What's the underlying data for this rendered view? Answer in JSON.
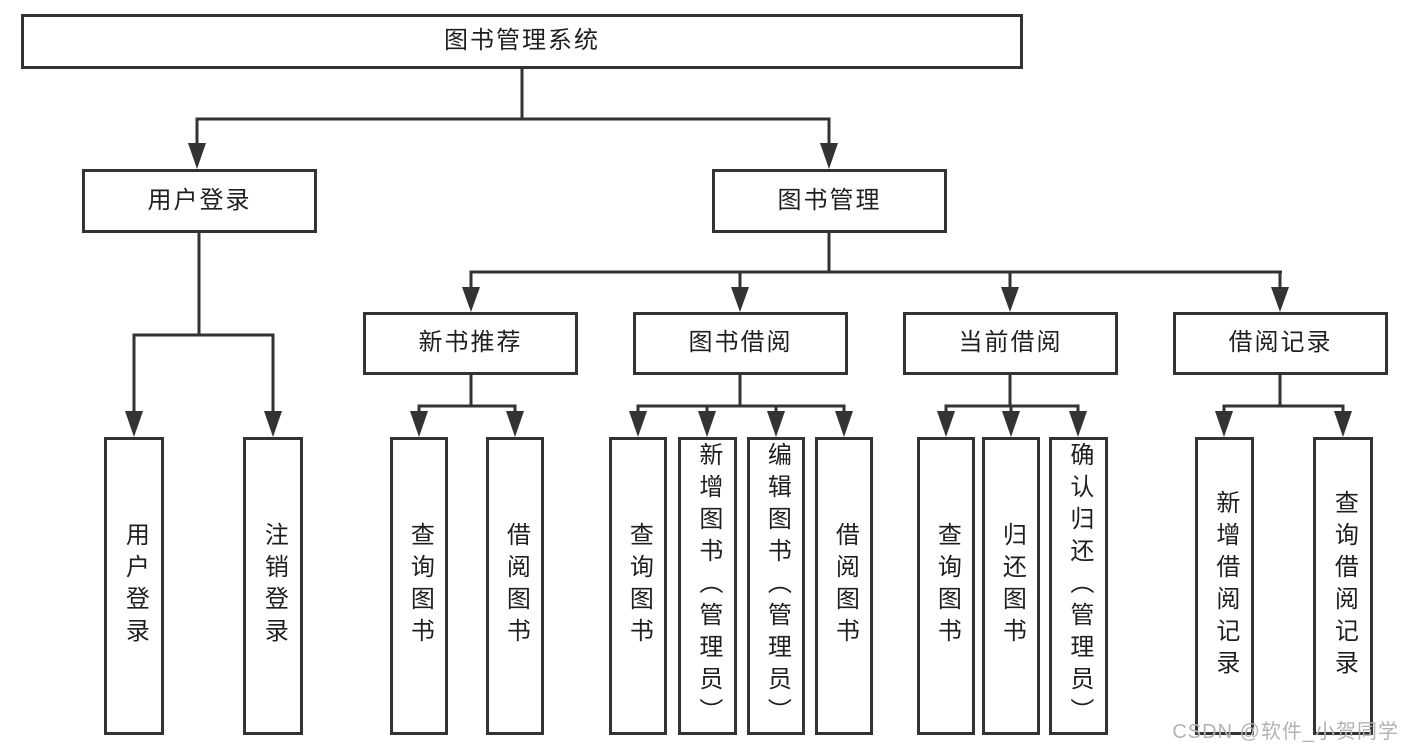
{
  "tree": {
    "label": "图书管理系统",
    "children": [
      {
        "label": "用户登录",
        "children": [
          {
            "label": "用户登录"
          },
          {
            "label": "注销登录"
          }
        ]
      },
      {
        "label": "图书管理",
        "children": [
          {
            "label": "新书推荐",
            "children": [
              {
                "label": "查询图书"
              },
              {
                "label": "借阅图书"
              }
            ]
          },
          {
            "label": "图书借阅",
            "children": [
              {
                "label": "查询图书"
              },
              {
                "label": "新增图书（管理员）"
              },
              {
                "label": "编辑图书（管理员）"
              },
              {
                "label": "借阅图书"
              }
            ]
          },
          {
            "label": "当前借阅",
            "children": [
              {
                "label": "查询图书"
              },
              {
                "label": "归还图书"
              },
              {
                "label": "确认归还（管理员）"
              }
            ]
          },
          {
            "label": "借阅记录",
            "children": [
              {
                "label": "新增借阅记录"
              },
              {
                "label": "查询借阅记录"
              }
            ]
          }
        ]
      }
    ]
  },
  "watermark": {
    "text": "CSDN @软件_小贺同学"
  },
  "colors": {
    "line": "#333333",
    "text": "#1f1f1f",
    "watermark": "#b3b3b3",
    "bg": "#ffffff"
  }
}
